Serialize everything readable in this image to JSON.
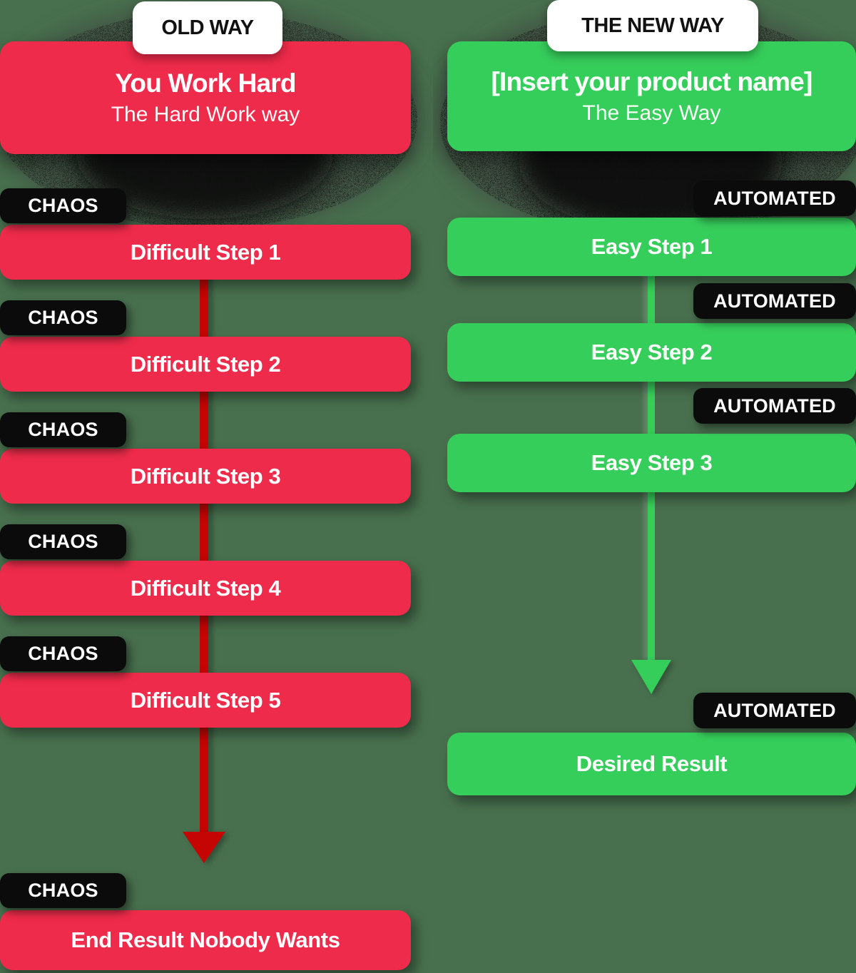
{
  "colors": {
    "bg": "#48704E",
    "red": "#EE2B4A",
    "redArrow": "#C50404",
    "green": "#36CE5B",
    "badgeBg": "#0B0B0B",
    "pillBg": "#FFFFFF",
    "textLight": "#FFFFFF",
    "textDark": "#111111"
  },
  "left": {
    "tag": "OLD WAY",
    "header": {
      "title": "You Work Hard",
      "subtitle": "The Hard Work way"
    },
    "steps": [
      {
        "badge": "CHAOS",
        "label": "Difficult Step 1"
      },
      {
        "badge": "CHAOS",
        "label": "Difficult Step 2"
      },
      {
        "badge": "CHAOS",
        "label": "Difficult Step 3"
      },
      {
        "badge": "CHAOS",
        "label": "Difficult Step 4"
      },
      {
        "badge": "CHAOS",
        "label": "Difficult Step 5"
      }
    ],
    "result": {
      "badge": "CHAOS",
      "label": "End Result Nobody Wants"
    }
  },
  "right": {
    "tag": "THE NEW WAY",
    "header": {
      "title": "[Insert your product name]",
      "subtitle": "The Easy Way"
    },
    "steps": [
      {
        "badge": "AUTOMATED",
        "label": "Easy Step 1"
      },
      {
        "badge": "AUTOMATED",
        "label": "Easy Step 2"
      },
      {
        "badge": "AUTOMATED",
        "label": "Easy Step 3"
      }
    ],
    "result": {
      "badge": "AUTOMATED",
      "label": "Desired Result"
    }
  }
}
